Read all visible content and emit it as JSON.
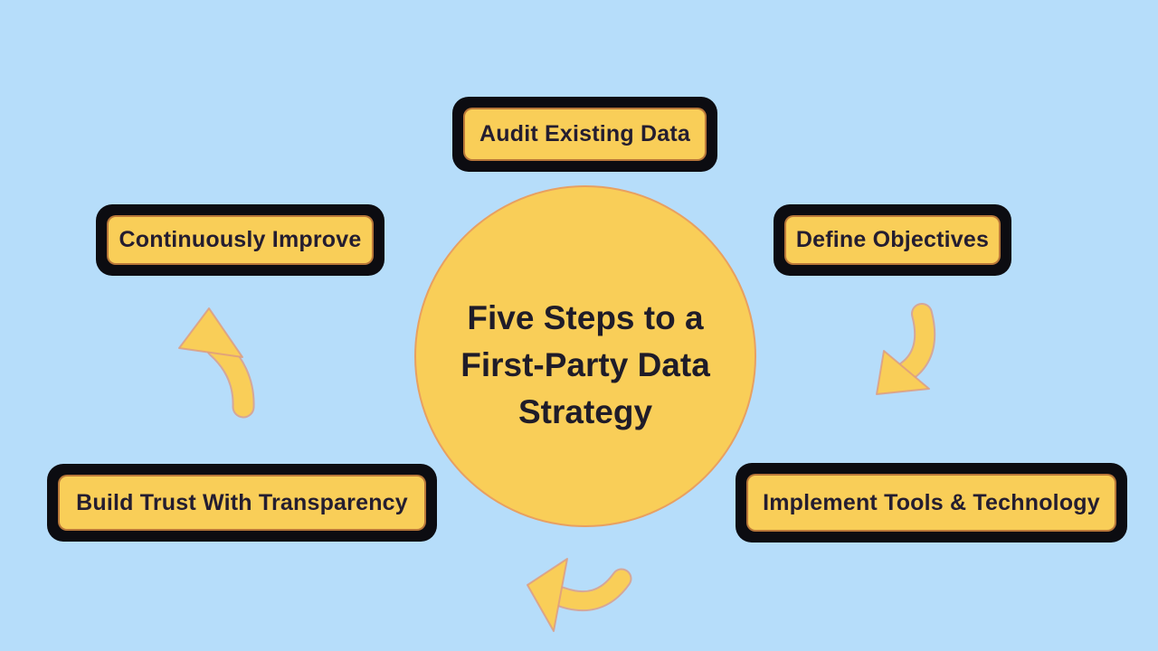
{
  "title": "Five Steps to a First-Party Data Strategy",
  "colors": {
    "background": "#b6ddfa",
    "shape_yellow": "#f9ce58",
    "border_black": "#0c0c11",
    "text_dark": "#241d30",
    "outline_accent": "#dc9a82"
  },
  "center_circle": {
    "lines": [
      "Five Steps to a",
      "First-Party Data",
      "Strategy"
    ]
  },
  "steps": [
    {
      "position": "top",
      "label": "Audit Existing Data"
    },
    {
      "position": "right",
      "label": "Define Objectives"
    },
    {
      "position": "bottom-right",
      "label": "Implement Tools & Technology"
    },
    {
      "position": "bottom-left",
      "label": "Build Trust With Transparency"
    },
    {
      "position": "left",
      "label": "Continuously Improve"
    }
  ],
  "icons": [
    {
      "name": "curved-arrow-up-icon",
      "direction": "points up toward Continuously Improve"
    },
    {
      "name": "curved-arrow-down-left-icon",
      "direction": "points down-left toward Implement Tools & Technology"
    },
    {
      "name": "curved-arrow-left-icon",
      "direction": "points up-left toward Build Trust With Transparency"
    }
  ]
}
